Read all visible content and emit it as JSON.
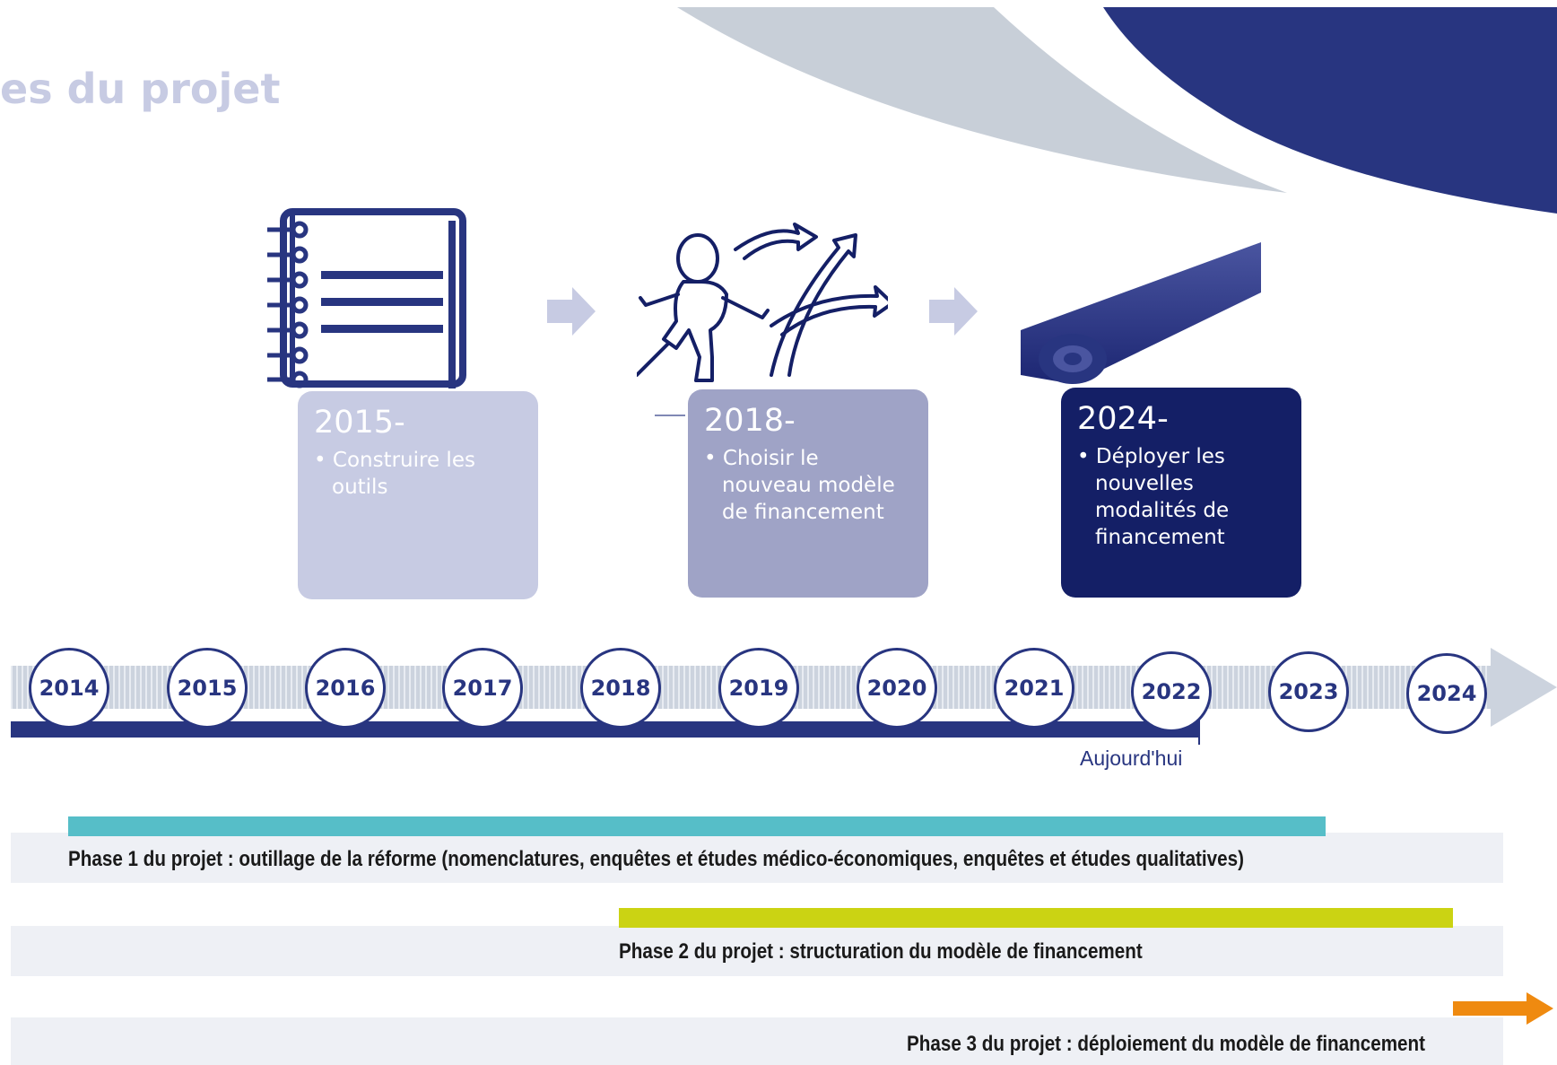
{
  "header": {
    "title": "es du projet"
  },
  "stages": [
    {
      "year": "2015-",
      "text": "Construire les outils",
      "icon": "notebook-icon"
    },
    {
      "year": "2018-",
      "text": "Choisir le nouveau modèle de financement",
      "icon": "crossroads-person-icon"
    },
    {
      "year": "2024-",
      "text": "Déployer les nouvelles modalités de financement",
      "icon": "rolled-carpet-icon"
    }
  ],
  "timeline": {
    "years": [
      "2014",
      "2015",
      "2016",
      "2017",
      "2018",
      "2019",
      "2020",
      "2021",
      "2022",
      "2023",
      "2024"
    ],
    "today_label": "Aujourd'hui"
  },
  "phases": [
    {
      "label": "Phase 1 du projet : outillage de la réforme (nomenclatures, enquêtes et études médico-économiques, enquêtes et études qualitatives)",
      "color": "#56bec8"
    },
    {
      "label": "Phase 2 du projet : structuration du modèle de financement",
      "color": "#cbd313"
    },
    {
      "label": "Phase 3 du projet : déploiement du modèle de financement",
      "color": "#ef8a10"
    }
  ],
  "colors": {
    "navy": "#283580",
    "dark_navy": "#141f66",
    "light_lavender": "#c7cbe3",
    "mid_lavender": "#9fa3c6",
    "band_gray": "#ccd3de"
  }
}
